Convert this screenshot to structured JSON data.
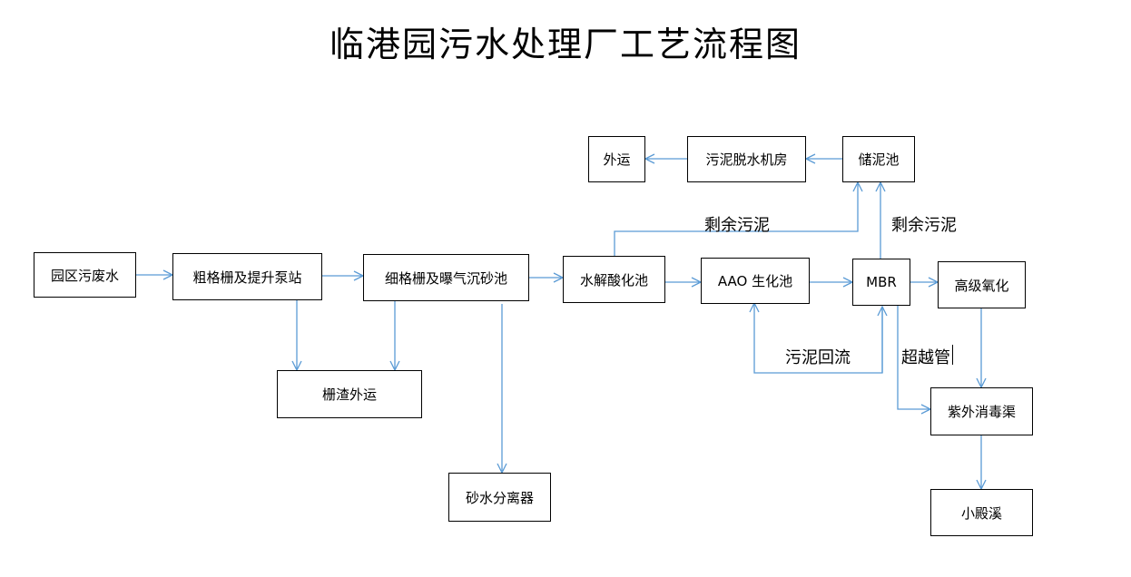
{
  "title": "临港园污水处理厂工艺流程图",
  "nodes": {
    "influent": "园区污废水",
    "coarse_screen": "粗格栅及提升泵站",
    "fine_screen": "细格栅及曝气沉砂池",
    "screenings": "栅渣外运",
    "grit_separator": "砂水分离器",
    "hydrolysis": "水解酸化池",
    "aao": "AAO 生化池",
    "mbr": "MBR",
    "advanced_oxidation": "高级氧化",
    "uv_channel": "紫外消毒渠",
    "discharge": "小殿溪",
    "sludge_tank": "储泥池",
    "dewatering": "污泥脱水机房",
    "sludge_out": "外运"
  },
  "labels": {
    "excess_sludge_1": "剩余污泥",
    "excess_sludge_2": "剩余污泥",
    "sludge_return": "污泥回流",
    "bypass": "超越管"
  },
  "colors": {
    "arrow": "#5b9bd5",
    "border": "#000000"
  }
}
